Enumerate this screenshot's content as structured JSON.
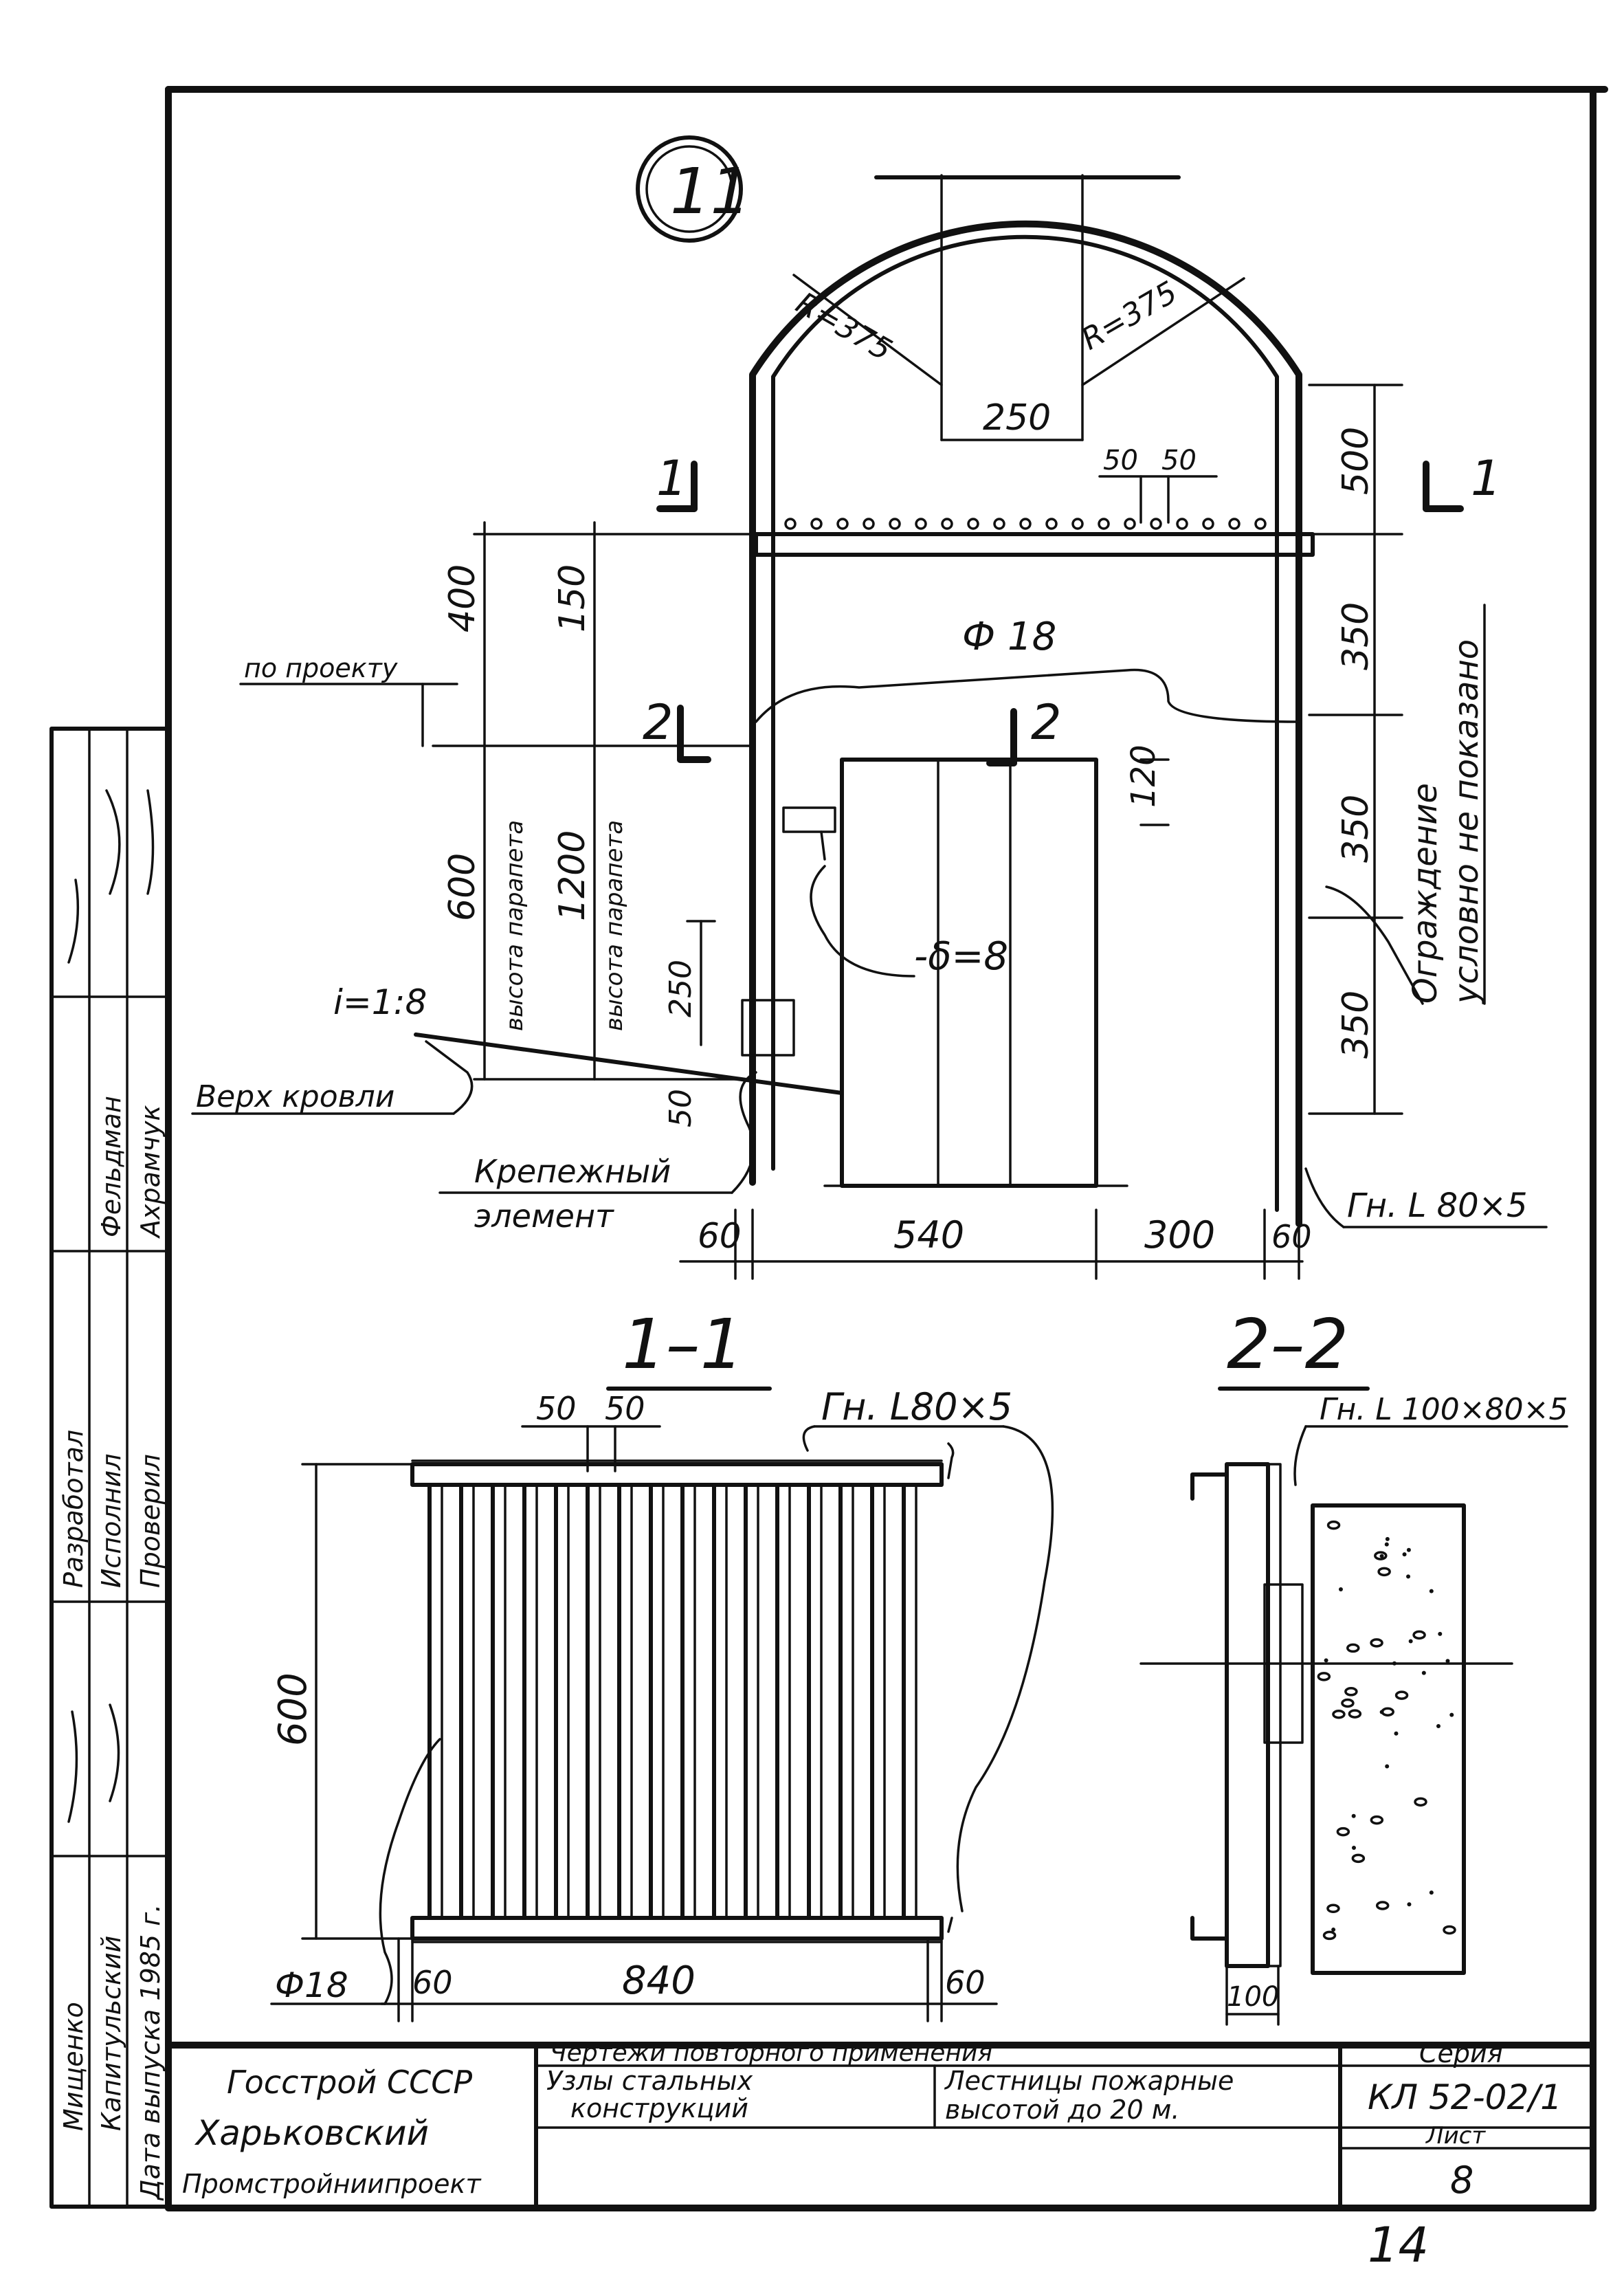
{
  "drawing": {
    "node_number": "11",
    "radius_left": "R=375",
    "radius_right": "R=375",
    "dim_250": "250",
    "dim_50_a": "50",
    "dim_50_b": "50",
    "dim_500": "500",
    "dim_400": "400",
    "dim_150": "150",
    "dim_350_top": "350",
    "dim_350_mid": "350",
    "dim_350_low": "350",
    "dim_120": "120",
    "dim_250_low": "250",
    "dim_50_low": "50",
    "dim_600": "600",
    "dim_1200": "1200",
    "dim_60_left": "60",
    "dim_540": "540",
    "dim_300": "300",
    "dim_60_right": "60",
    "parapet_600": "высота парапета",
    "parapet_1200": "высота парапета",
    "phi18": "Ф 18",
    "delta8": "-δ=8",
    "slope": "i=1:8",
    "roof_top": "Верх кровли",
    "per_project": "по проекту",
    "fence_note_1": "Ограждение",
    "fence_note_2": "условно не показано",
    "fastener_1": "Крепежный",
    "fastener_2": "элемент",
    "angle_main": "Гн. L 80×5",
    "section_mark_1": "1",
    "section_mark_1b": "1",
    "section_mark_2": "2",
    "section_mark_2b": "2"
  },
  "section_1_1": {
    "title": "1–1",
    "dim_50_a": "50",
    "dim_50_b": "50",
    "angle": "Гн. L80×5",
    "dim_600": "600",
    "phi": "Ф18",
    "dim_60_l": "60",
    "dim_840": "840",
    "dim_60_r": "60"
  },
  "section_2_2": {
    "title": "2–2",
    "angle": "Гн. L 100×80×5",
    "dim_100": "100"
  },
  "side_stamp": {
    "col1": [
      "Мищенко",
      "Капитульский",
      "Дата выпуска 1985 г."
    ],
    "col2": [
      "Разработал",
      "Исполнил",
      "Проверил"
    ],
    "col3": [
      "",
      "Фельдман",
      "Ахрамчук"
    ]
  },
  "title_block": {
    "org_1": "Госстрой СССР",
    "org_2": "Харьковский",
    "org_3": "Промстройниипроект",
    "header": "Чертежи повторного применения",
    "subject_1": "Узлы стальных",
    "subject_2": "конструкций",
    "object_1": "Лестницы пожарные",
    "object_2": "высотой до 20 м.",
    "series_label": "Серия",
    "series_value": "КЛ 52-02/1",
    "sheet_label": "Лист",
    "sheet_value": "8"
  },
  "page_number": "14"
}
